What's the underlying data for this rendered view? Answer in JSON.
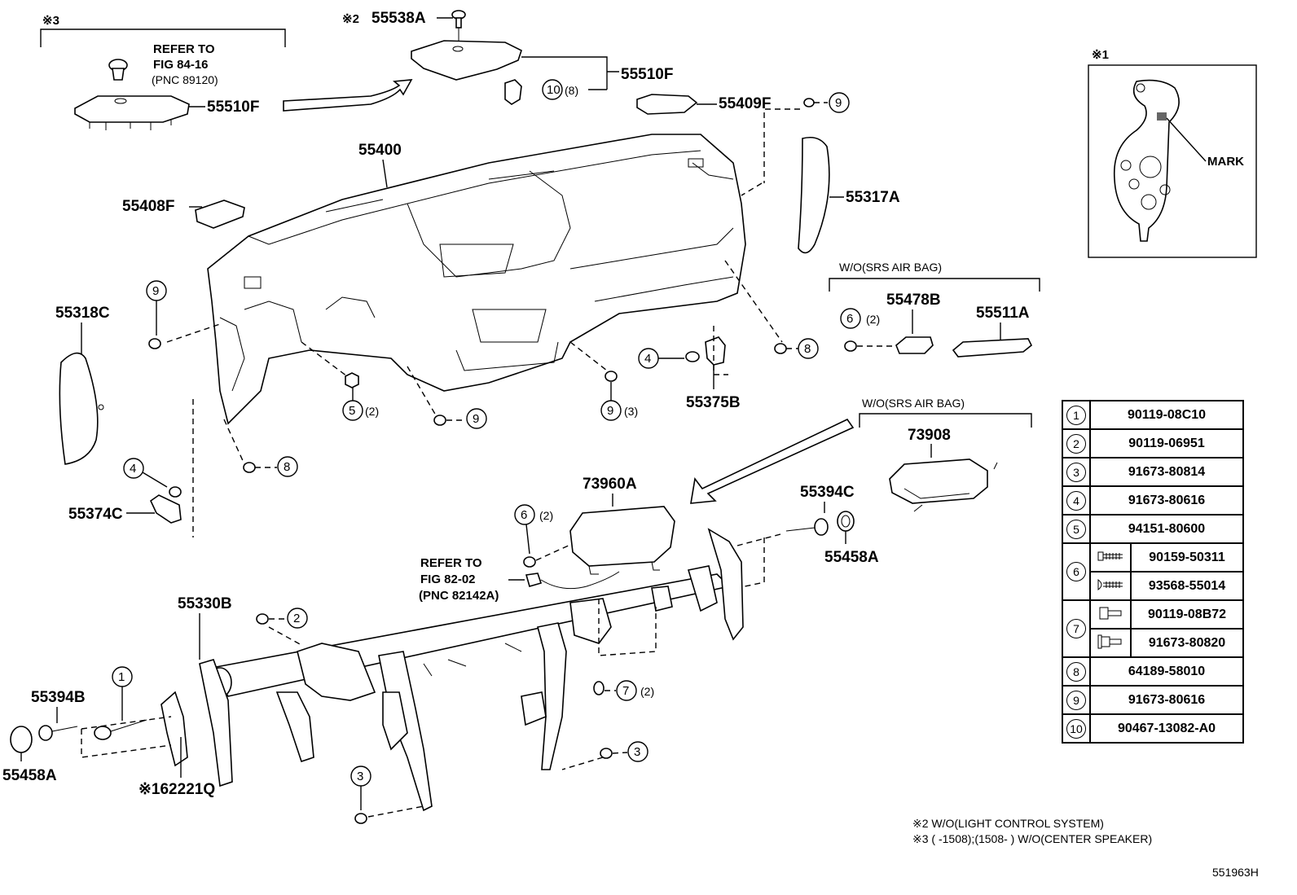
{
  "labels": {
    "l55538A": "55538A",
    "l55510F_top": "55510F",
    "l55510F_left": "55510F",
    "l55409F": "55409F",
    "l55400": "55400",
    "l55408F": "55408F",
    "l55317A": "55317A",
    "l55318C": "55318C",
    "l55478B": "55478B",
    "l55511A": "55511A",
    "l55375B": "55375B",
    "l73908": "73908",
    "l73960A": "73960A",
    "l55394C": "55394C",
    "l55458A_r": "55458A",
    "l55374C": "55374C",
    "l55330B": "55330B",
    "l55394B": "55394B",
    "l55458A_l": "55458A",
    "l62221Q": "※162221Q",
    "mark": "MARK",
    "wo_srs_1": "W/O(SRS AIR BAG)",
    "wo_srs_2": "W/O(SRS AIR BAG)",
    "refer1_a": "REFER TO",
    "refer1_b": "FIG 84-16",
    "refer1_c": "(PNC 89120)",
    "refer2_a": "REFER TO",
    "refer2_b": "FIG 82-02",
    "refer2_c": "(PNC 82142A)",
    "note_mark3": "※3",
    "note_mark2": "※2",
    "note_mark1": "※1",
    "qty_2": "(2)",
    "qty_3": "(3)",
    "qty_8": "(8)"
  },
  "callouts": {
    "c1": "1",
    "c2": "2",
    "c3": "3",
    "c4": "4",
    "c5": "5",
    "c6": "6",
    "c7": "7",
    "c8": "8",
    "c9": "9",
    "c10": "10"
  },
  "table": [
    {
      "n": "1",
      "code": "90119-08C10"
    },
    {
      "n": "2",
      "code": "90119-06951"
    },
    {
      "n": "3",
      "code": "91673-80814"
    },
    {
      "n": "4",
      "code": "91673-80616"
    },
    {
      "n": "5",
      "code": "94151-80600"
    },
    {
      "n": "6",
      "sub": [
        "90159-50311",
        "93568-55014"
      ]
    },
    {
      "n": "7",
      "sub": [
        "90119-08B72",
        "91673-80820"
      ]
    },
    {
      "n": "8",
      "code": "64189-58010"
    },
    {
      "n": "9",
      "code": "91673-80616"
    },
    {
      "n": "10",
      "code": "90467-13082-A0"
    }
  ],
  "footnotes": {
    "f2": "※2 W/O(LIGHT CONTROL SYSTEM)",
    "f3": "※3 (       -1508);(1508-       ) W/O(CENTER SPEAKER)"
  },
  "figure_id": "551963H"
}
